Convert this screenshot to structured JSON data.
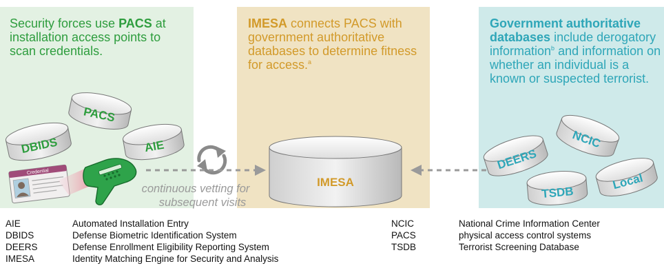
{
  "left_panel": {
    "text_1": "Security forces use ",
    "text_bold": "PACS",
    "text_2": " at installation access points to scan credentials.",
    "disks": {
      "pacs": "PACS",
      "dbids": "DBIDS",
      "aie": "AIE"
    },
    "card_header": "Credential",
    "vetting_text": [
      "continuous vetting for",
      "subsequent visits"
    ]
  },
  "middle_panel": {
    "text_bold": "IMESA",
    "text_1": " connects PACS with government authoritative databases to determine fitness for access.",
    "footnote": "a",
    "disk": "IMESA"
  },
  "right_panel": {
    "text_bold": "Government authoritative databases",
    "text_1": " include derogatory information",
    "footnote": "b",
    "text_2": " and information on whether an individual is a known or suspected terrorist.",
    "disks": {
      "ncic": "NCIC",
      "deers": "DEERS",
      "tsdb": "TSDB",
      "local": "Local"
    }
  },
  "legend_left": [
    {
      "abbr": "AIE",
      "def": "Automated Installation Entry"
    },
    {
      "abbr": "DBIDS",
      "def": "Defense Biometric Identification System"
    },
    {
      "abbr": "DEERS",
      "def": "Defense Enrollment Eligibility Reporting System"
    },
    {
      "abbr": "IMESA",
      "def": "Identity Matching Engine for Security and Analysis"
    }
  ],
  "legend_right": [
    {
      "abbr": "NCIC",
      "def": "National Crime Information Center"
    },
    {
      "abbr": "PACS",
      "def": "physical access control systems"
    },
    {
      "abbr": "TSDB",
      "def": "Terrorist Screening Database"
    }
  ],
  "colors": {
    "green": "#2e9d3e",
    "gold": "#d29a2a",
    "teal": "#2ea6b8",
    "left_bg": "#e3f1e3",
    "mid_bg": "#f0e3c3",
    "right_bg": "#cfeaea",
    "arrow": "#999999"
  }
}
